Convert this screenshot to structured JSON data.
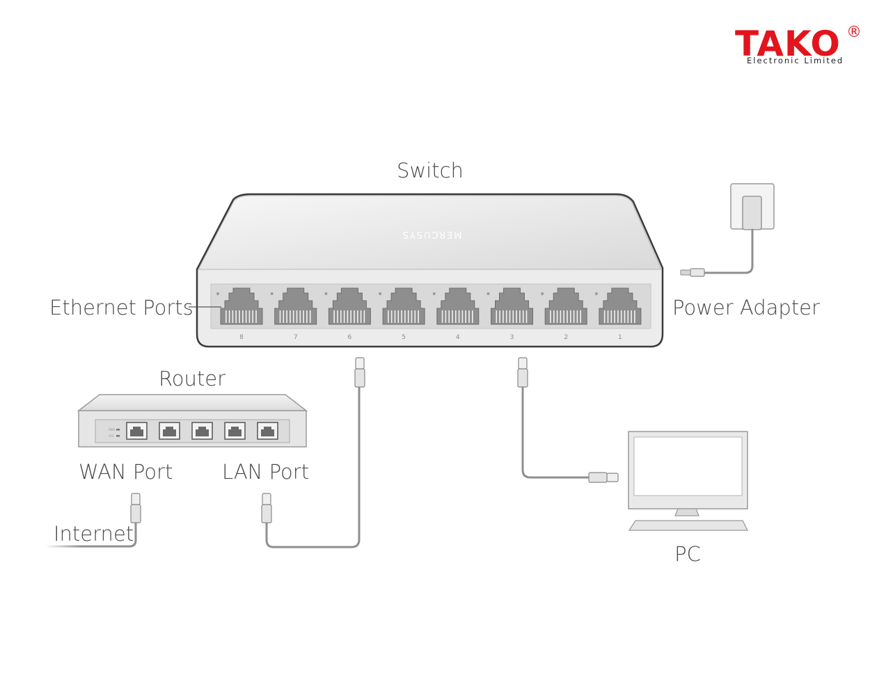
{
  "logo": {
    "name": "TAKO",
    "registered": "®",
    "subtitle": "Electronic Limited"
  },
  "switch": {
    "label": "Switch",
    "brand": "MERCUSYS",
    "port_numbers": [
      "8",
      "7",
      "6",
      "5",
      "4",
      "3",
      "2",
      "1"
    ]
  },
  "labels": {
    "ethernet_ports": "Ethernet Ports",
    "power_adapter": "Power Adapter",
    "router": "Router",
    "wan_port": "WAN Port",
    "lan_port": "LAN Port",
    "internet": "Internet",
    "pc": "PC"
  },
  "router": {
    "indicators": [
      "PWR",
      "SYS"
    ]
  },
  "colors": {
    "logo_red": "#e3141c",
    "label_text": "#4a4a4a",
    "cable": "#8f8f8f",
    "device_body": "#ececec"
  }
}
